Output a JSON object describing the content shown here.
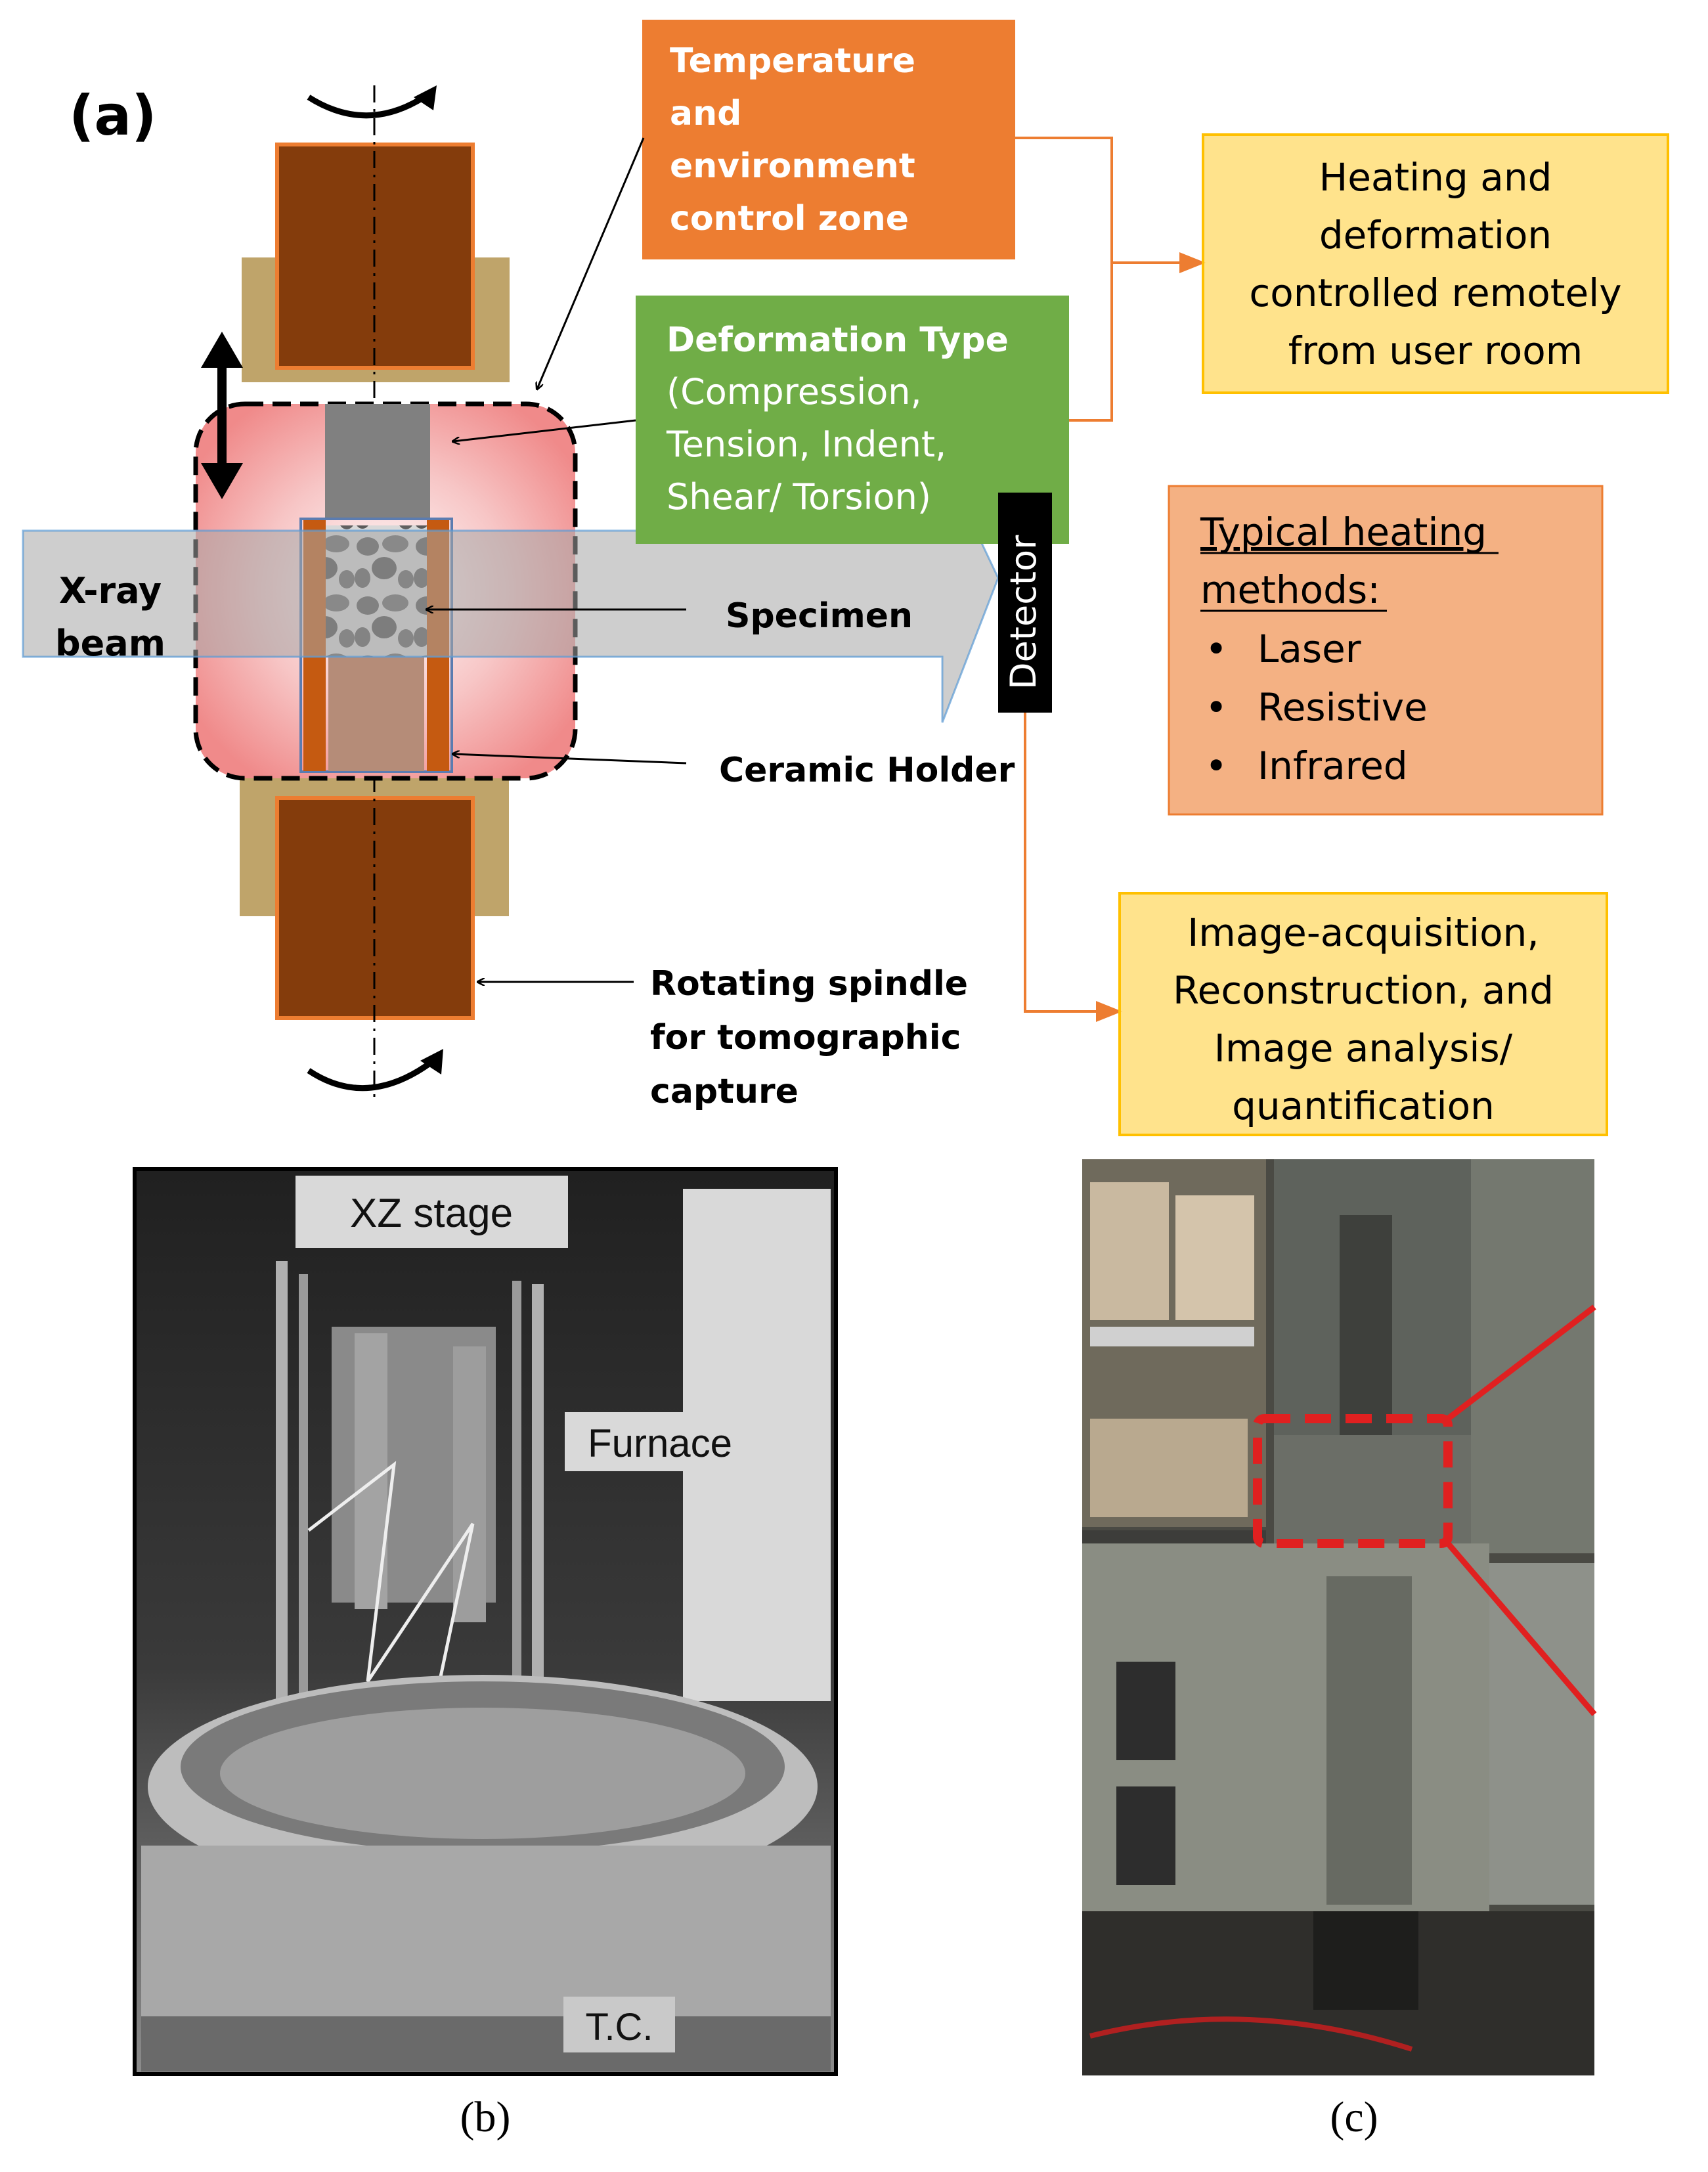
{
  "panel_a": {
    "label": "(a)",
    "xray_line1": "X-ray",
    "xray_line2": "beam",
    "specimen": "Specimen",
    "ceramic_holder": "Ceramic Holder",
    "spindle": [
      "Rotating spindle",
      "for tomographic",
      "capture"
    ],
    "detector": "Detector",
    "temp_box": [
      "Temperature",
      "and",
      "environment",
      "control zone"
    ],
    "deform_box": {
      "title": "Deformation Type",
      "lines": [
        "(Compression,",
        "Tension, Indent,",
        "Shear/ Torsion)"
      ]
    },
    "remote_box": [
      "Heating and",
      "deformation",
      "controlled remotely",
      "from user room"
    ],
    "heating_box": {
      "title_lines": [
        "Typical heating",
        "methods:"
      ],
      "bullet": "•",
      "items": [
        "Laser",
        "Resistive",
        "Infrared"
      ]
    },
    "image_box": [
      "Image-acquisition,",
      "Reconstruction, and",
      "Image analysis/",
      "quantification"
    ],
    "colors": {
      "orange": "#ED7D31",
      "green": "#70AD47",
      "light_yellow": "#FFD966",
      "salmon": "#F4B183",
      "brown": "#843C0C",
      "tan": "#BFA46A"
    }
  },
  "panel_b": {
    "label": "(b)",
    "xz_stage": "XZ stage",
    "furnace": "Furnace",
    "tc": "T.C."
  },
  "panel_c": {
    "label": "(c)"
  }
}
